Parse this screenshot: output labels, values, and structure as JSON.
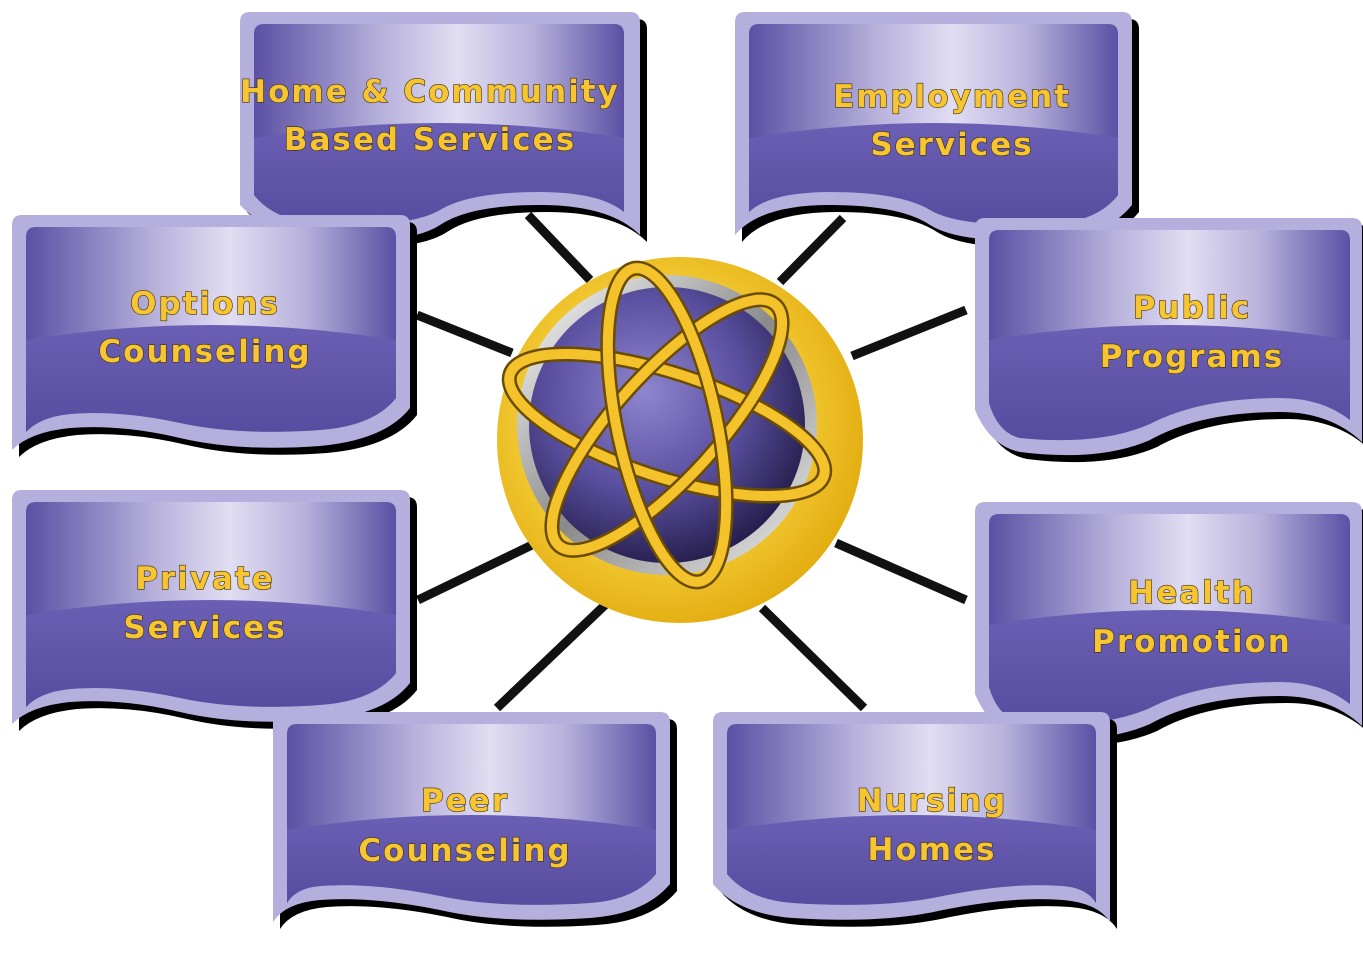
{
  "diagram": {
    "hub": {
      "icon": "atom-icon"
    },
    "nodes": [
      {
        "id": "home-community",
        "lines": [
          "Home & Community",
          "Based Services"
        ]
      },
      {
        "id": "employment",
        "lines": [
          "Employment",
          "Services"
        ]
      },
      {
        "id": "options-counseling",
        "lines": [
          "Options",
          "Counseling"
        ]
      },
      {
        "id": "public-programs",
        "lines": [
          "Public",
          "Programs"
        ]
      },
      {
        "id": "private-services",
        "lines": [
          "Private",
          "Services"
        ]
      },
      {
        "id": "health-promotion",
        "lines": [
          "Health",
          "Promotion"
        ]
      },
      {
        "id": "peer-counseling",
        "lines": [
          "Peer",
          "Counseling"
        ]
      },
      {
        "id": "nursing-homes",
        "lines": [
          "Nursing",
          "Homes"
        ]
      }
    ]
  },
  "colors": {
    "panel_dark": "#5b50a4",
    "panel_light": "#dcd8f0",
    "panel_border": "#b4afdc",
    "label_text": "#f6c531",
    "hub_gold": "#f3c21f",
    "connector": "#111111"
  }
}
